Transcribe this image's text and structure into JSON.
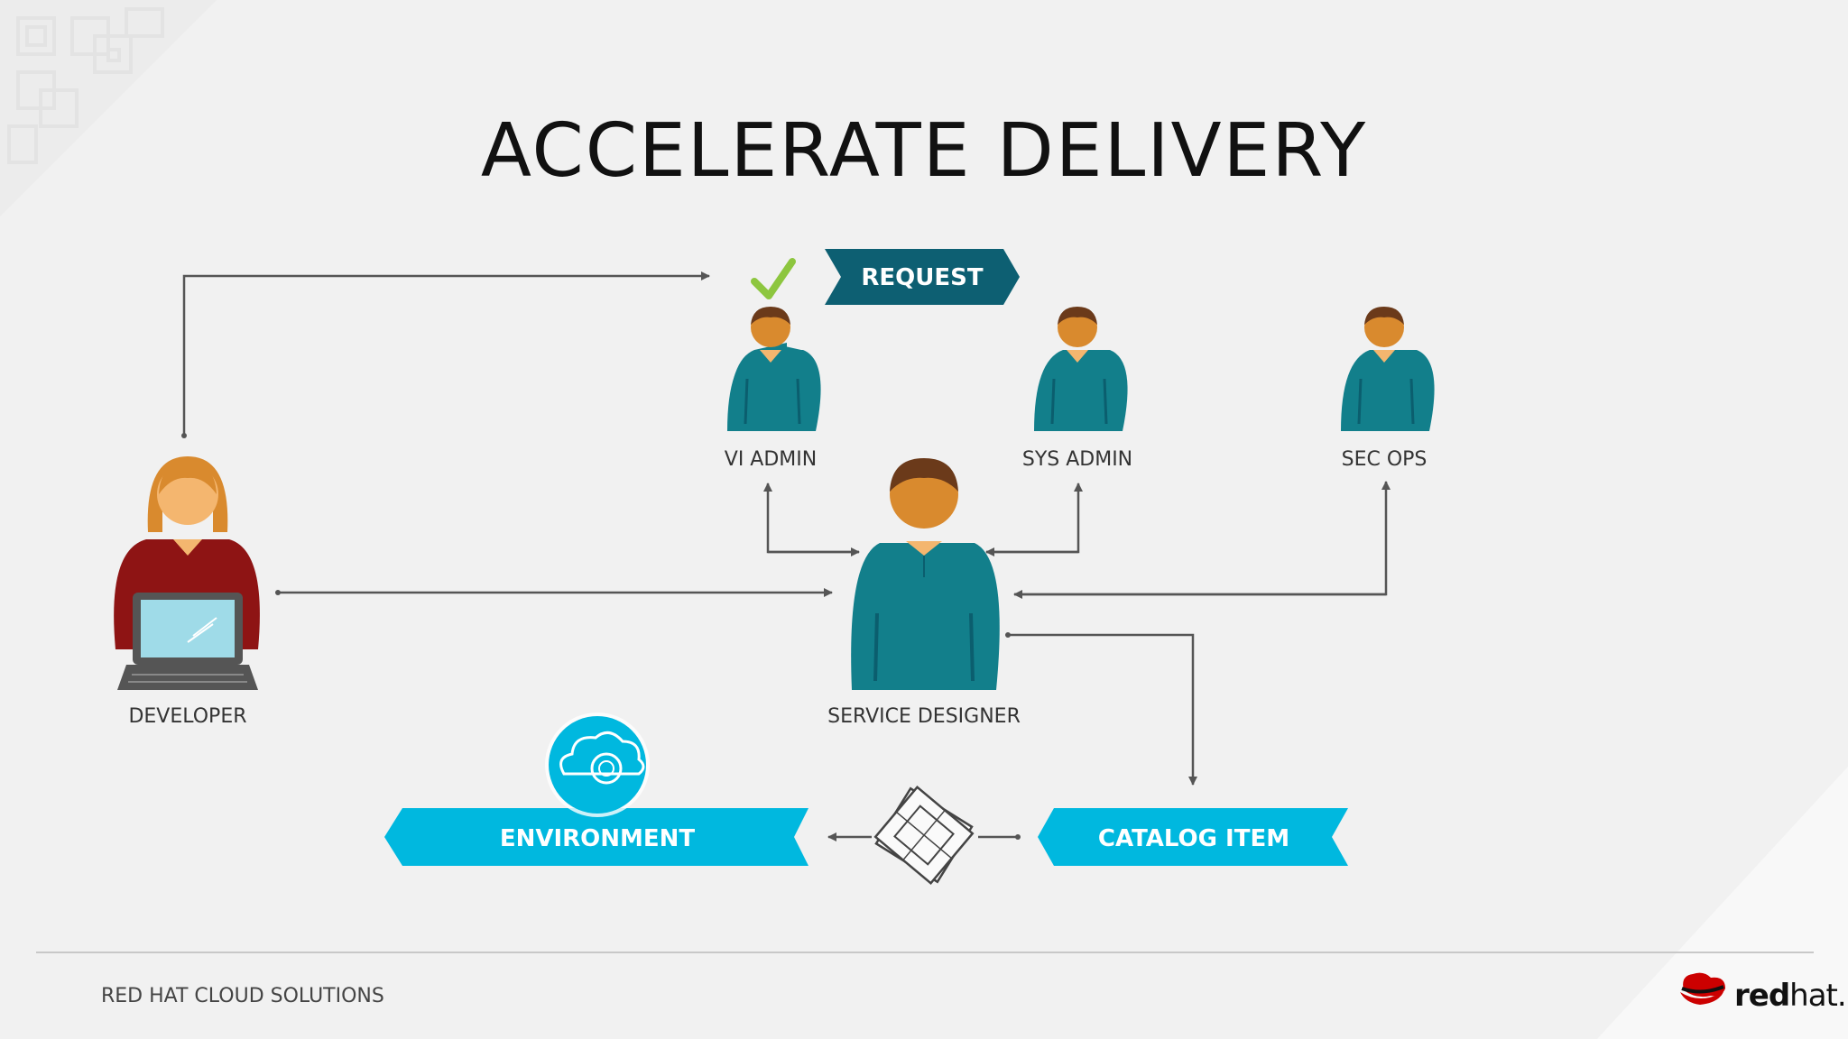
{
  "title": "ACCELERATE DELIVERY",
  "actors": {
    "vi_admin": "VI ADMIN",
    "sys_admin": "SYS ADMIN",
    "sec_ops": "SEC OPS",
    "developer": "DEVELOPER",
    "service_designer": "SERVICE DESIGNER"
  },
  "ribbons": {
    "request": "REQUEST",
    "environment": "ENVIRONMENT",
    "catalog_item": "CATALOG ITEM"
  },
  "icons": {
    "check": "check-icon",
    "cloud": "cloud-icon",
    "blueprint": "blueprint-icon",
    "logo": "redhat-logo"
  },
  "footer": "RED HAT CLOUD SOLUTIONS",
  "brand": {
    "bold": "red",
    "light": "hat."
  },
  "colors": {
    "teal": "#127f8b",
    "dark_teal": "#0b5e6e",
    "cyan": "#00b8df",
    "developer_red": "#8e1414",
    "check_green": "#8dc63f",
    "skin": "#d98a2e"
  }
}
